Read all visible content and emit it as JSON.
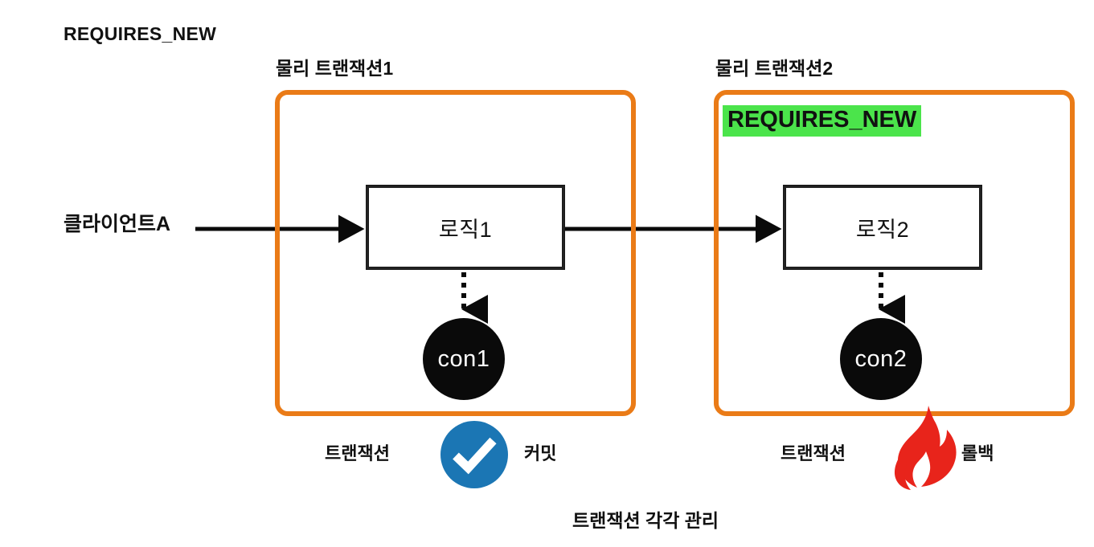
{
  "diagram": {
    "title": "REQUIRES_NEW",
    "footer_caption": "트랜잭션 각각 관리",
    "client_label": "클라이언트A",
    "colors": {
      "transaction_box_border": "#ea7b17",
      "highlight_background": "#4be44b",
      "commit_icon": "#1b76b4",
      "rollback_icon": "#e8241b",
      "connection_circle": "#0a0a0a",
      "text": "#111111"
    },
    "transactions": [
      {
        "caption": "물리 트랜잭션1",
        "propagation_badge": null,
        "logic_label": "로직1",
        "connection_label": "con1",
        "status_prefix": "트랜잭션",
        "status_label": "커밋",
        "status_icon": "check-circle-icon"
      },
      {
        "caption": "물리 트랜잭션2",
        "propagation_badge": "REQUIRES_NEW",
        "logic_label": "로직2",
        "connection_label": "con2",
        "status_prefix": "트랜잭션",
        "status_label": "롤백",
        "status_icon": "fire-icon"
      }
    ],
    "icons": {
      "client_arrow": "arrow-right-icon",
      "logic_link_arrow": "arrow-right-icon",
      "connection_arrow": "dotted-arrow-down-icon"
    }
  }
}
